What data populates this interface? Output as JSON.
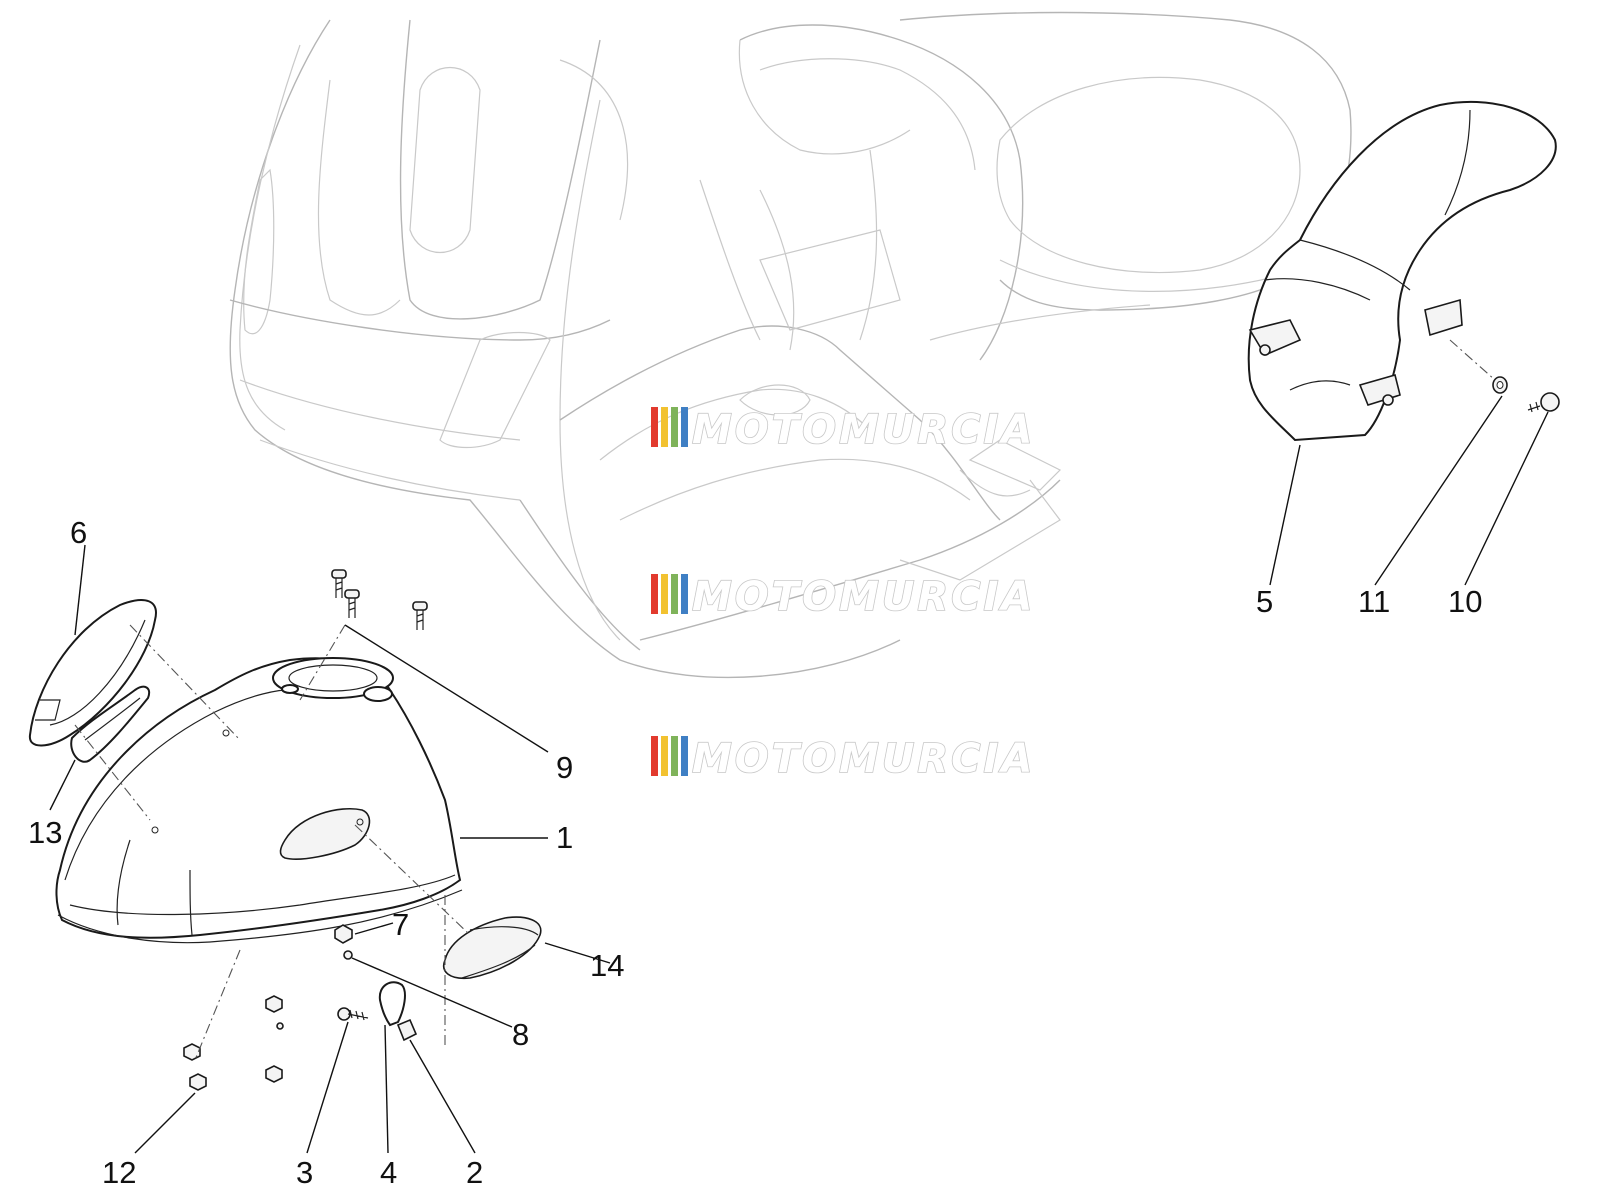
{
  "callouts": [
    {
      "id": "1",
      "label": "1"
    },
    {
      "id": "2",
      "label": "2"
    },
    {
      "id": "3",
      "label": "3"
    },
    {
      "id": "4",
      "label": "4"
    },
    {
      "id": "5",
      "label": "5"
    },
    {
      "id": "6",
      "label": "6"
    },
    {
      "id": "7",
      "label": "7"
    },
    {
      "id": "8",
      "label": "8"
    },
    {
      "id": "9",
      "label": "9"
    },
    {
      "id": "10",
      "label": "10"
    },
    {
      "id": "11",
      "label": "11"
    },
    {
      "id": "12",
      "label": "12"
    },
    {
      "id": "13",
      "label": "13"
    },
    {
      "id": "14",
      "label": "14"
    }
  ],
  "watermarks": [
    {
      "text": "MOTOMURCIA"
    },
    {
      "text": "MOTOMURCIA"
    },
    {
      "text": "MOTOMURCIA"
    }
  ],
  "colors": {
    "outline": "#1a1a1a",
    "background_outline": "#c9c9c9",
    "watermark_red": "#e23a2e",
    "watermark_yellow": "#f2c230",
    "watermark_green": "#7fb35a",
    "watermark_blue": "#3f7fc4"
  }
}
